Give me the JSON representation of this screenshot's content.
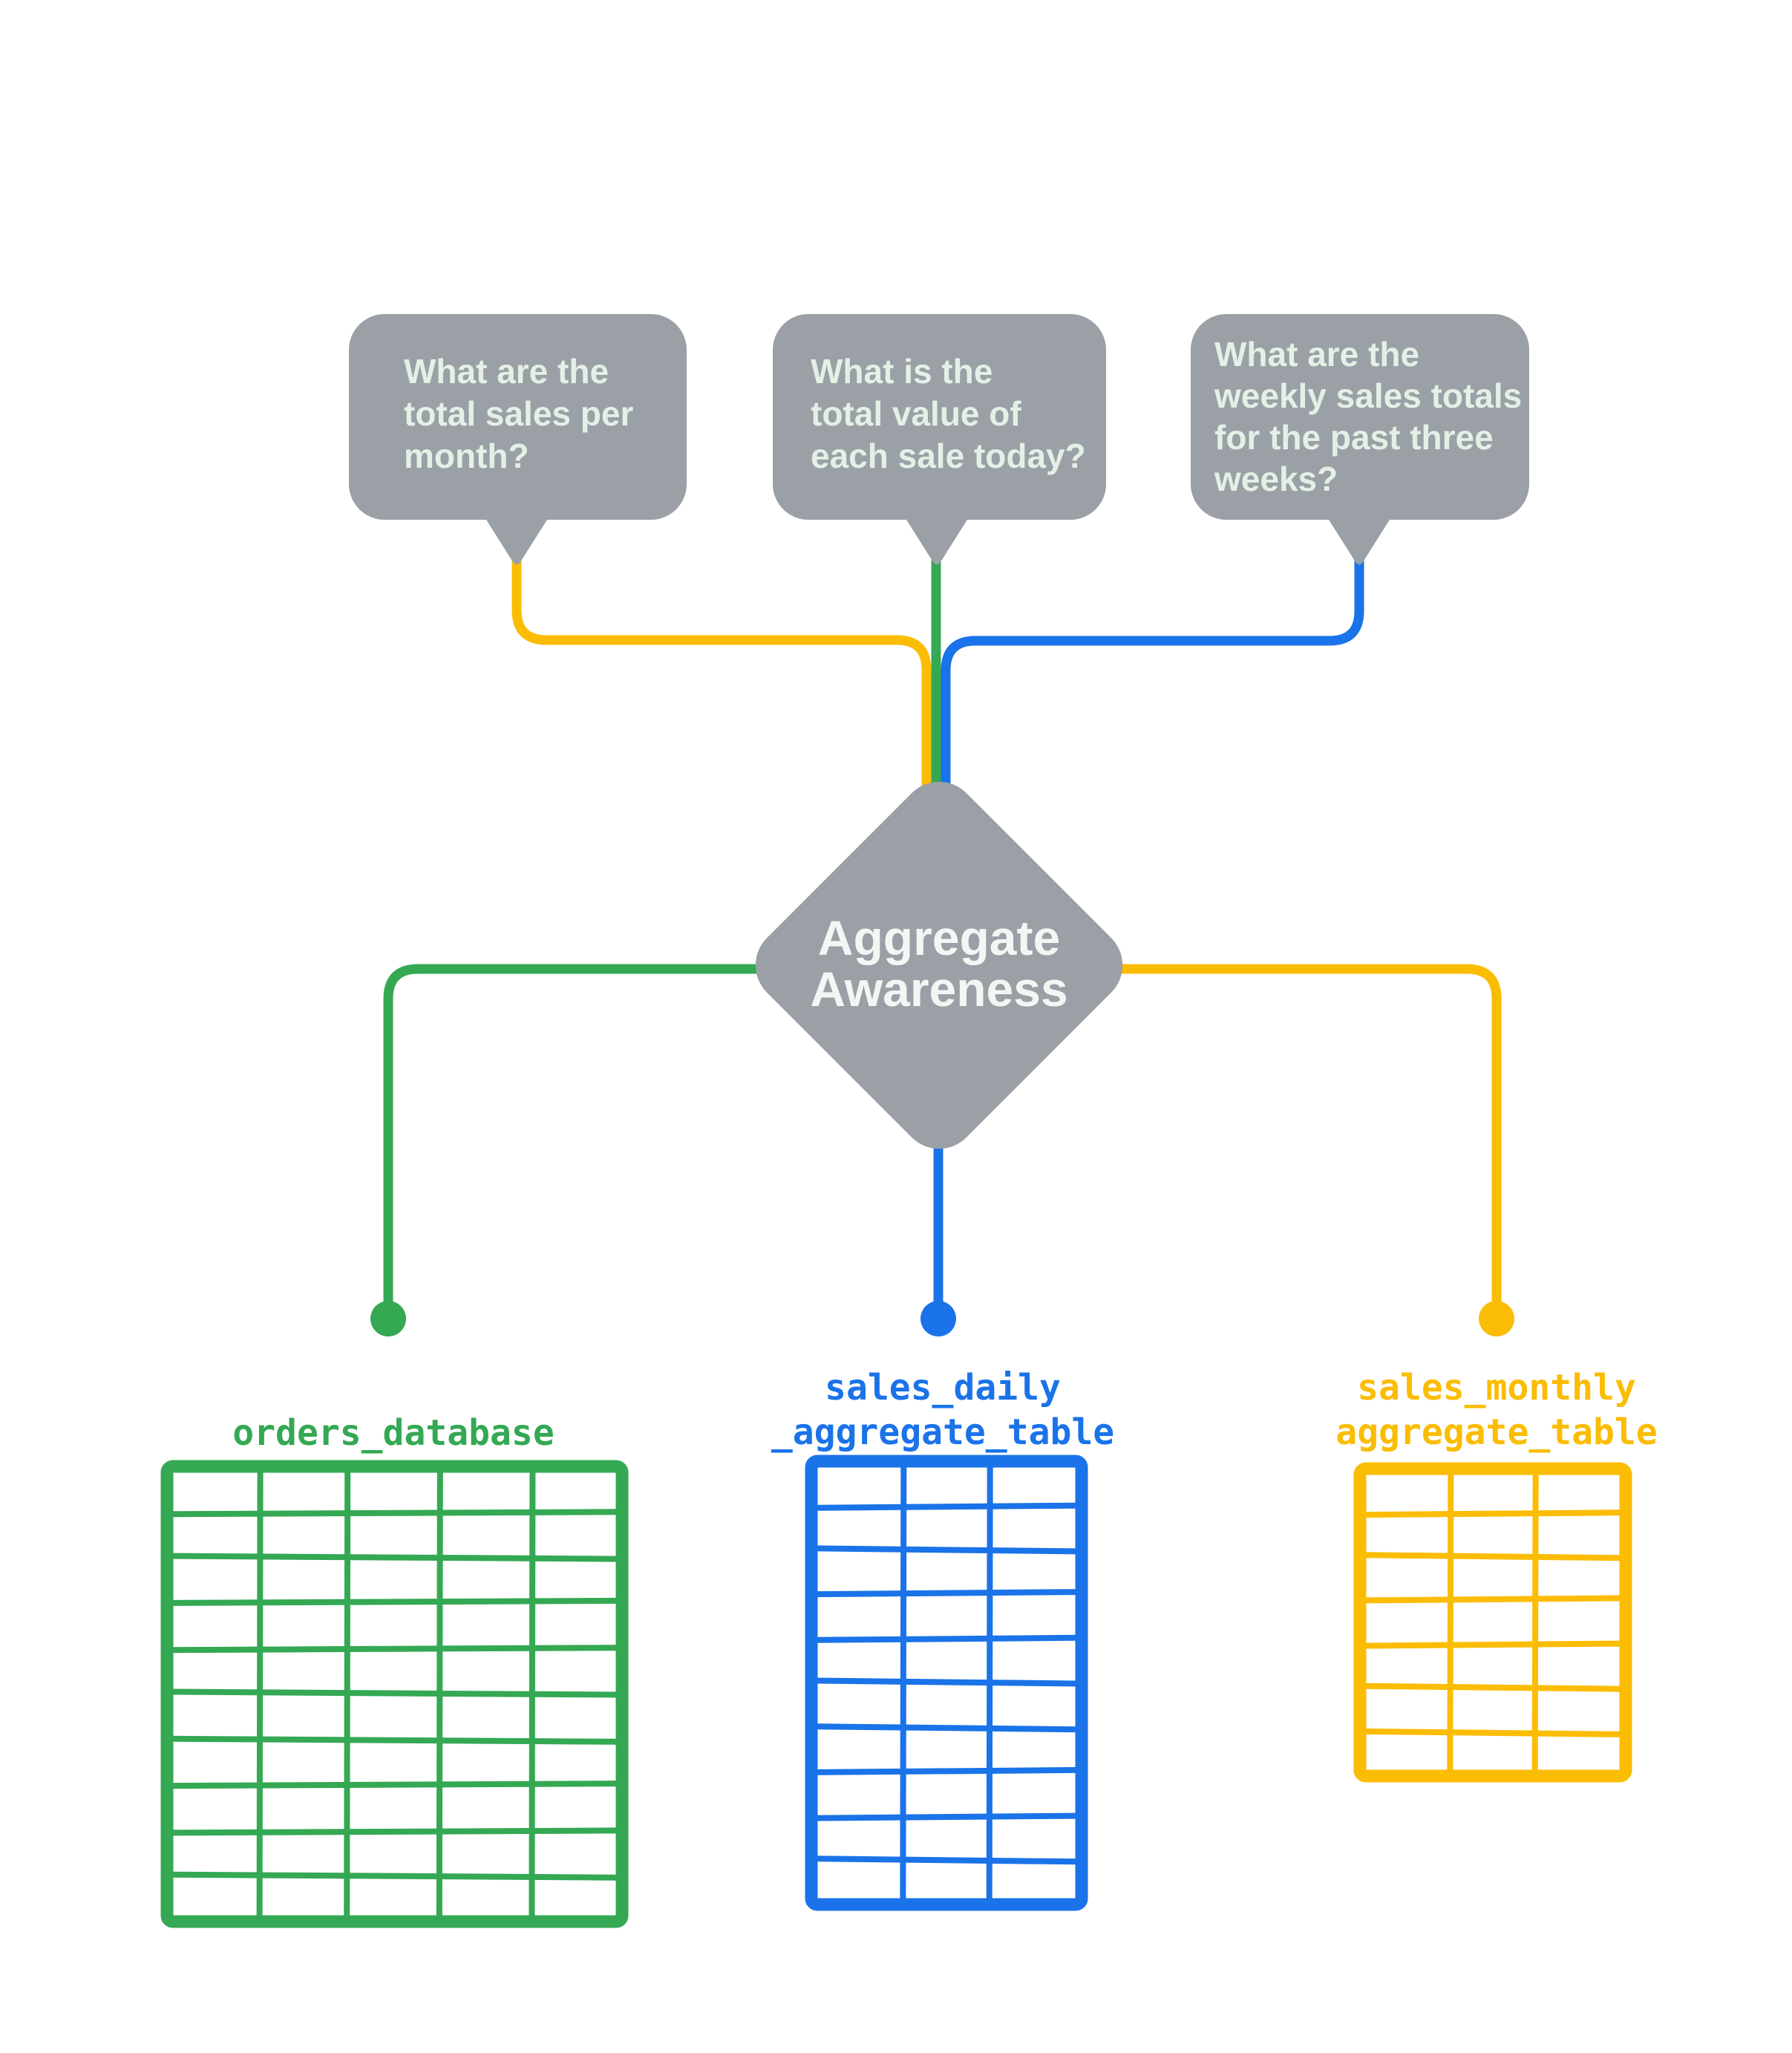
{
  "colors": {
    "background": "#FFFFFF",
    "bubble_gray": "#9AA0A6",
    "bubble_text": "#E4EFE6",
    "diamond_text": "#F4F6F4",
    "green": "#34A853",
    "blue": "#1A73E8",
    "yellow": "#FBBC04"
  },
  "questions": [
    {
      "lines": [
        "What are the",
        "total sales per",
        "month?"
      ],
      "connector_color": "yellow"
    },
    {
      "lines": [
        "What is the",
        "total value of",
        "each sale today?"
      ],
      "connector_color": "green"
    },
    {
      "lines": [
        "What are the",
        "weekly sales totals",
        "for the past three",
        "weeks?"
      ],
      "connector_color": "blue"
    }
  ],
  "hub": {
    "lines": [
      "Aggregate",
      "Awareness"
    ]
  },
  "tables": [
    {
      "label_lines": [
        "orders_database"
      ],
      "color": "green",
      "columns": 5,
      "rows": 10
    },
    {
      "label_lines": [
        "sales_daily",
        "_aggregate_table"
      ],
      "color": "blue",
      "columns": 3,
      "rows": 10
    },
    {
      "label_lines": [
        "sales_monthly",
        "aggregate_table"
      ],
      "color": "yellow",
      "columns": 3,
      "rows": 7
    }
  ]
}
